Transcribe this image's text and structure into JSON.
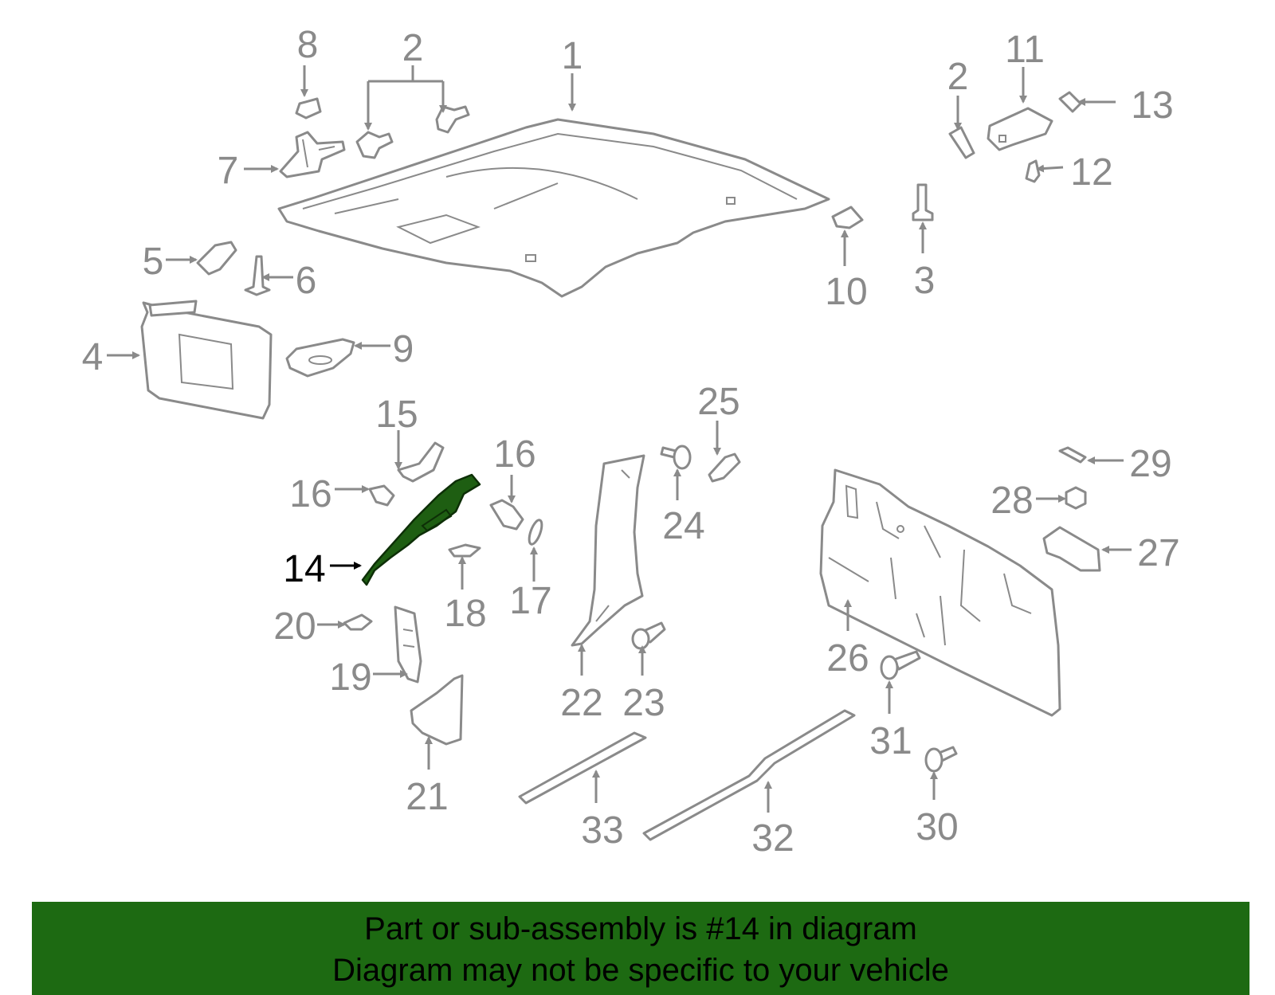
{
  "diagram": {
    "highlight_part": "14",
    "colors": {
      "part_line": "#8a8a8a",
      "label": "#8a8a8a",
      "highlight_fill": "#1e5e12",
      "highlight_label": "#000000",
      "banner": "#1d6a12"
    },
    "labels": {
      "l1": "1",
      "l2a": "2",
      "l2b": "2",
      "l3": "3",
      "l4": "4",
      "l5": "5",
      "l6": "6",
      "l7": "7",
      "l8": "8",
      "l9": "9",
      "l10": "10",
      "l11": "11",
      "l12": "12",
      "l13": "13",
      "l14": "14",
      "l15": "15",
      "l16a": "16",
      "l16b": "16",
      "l17": "17",
      "l18": "18",
      "l19": "19",
      "l20": "20",
      "l21": "21",
      "l22": "22",
      "l23": "23",
      "l24": "24",
      "l25": "25",
      "l26": "26",
      "l27": "27",
      "l28": "28",
      "l29": "29",
      "l30": "30",
      "l31": "31",
      "l32": "32",
      "l33": "33"
    }
  },
  "banner": {
    "line1": "Part or sub-assembly is #14 in diagram",
    "line2": "Diagram may not be specific to your vehicle"
  }
}
